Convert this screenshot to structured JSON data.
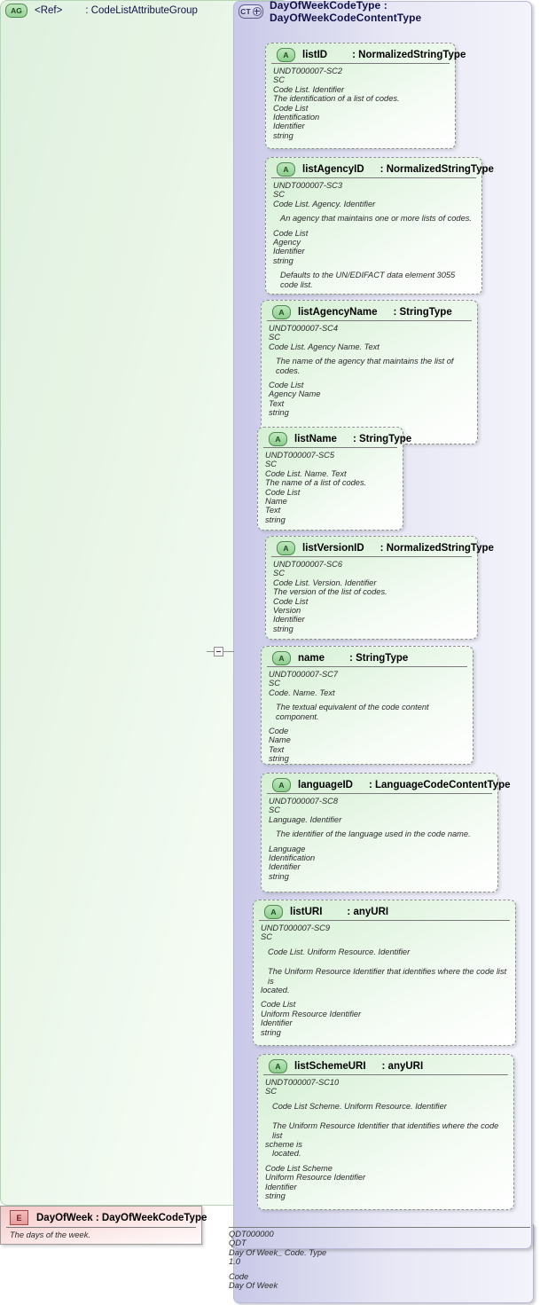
{
  "diagram": {
    "complex_type": {
      "icon": "complextype-expand-icon",
      "icon_label": "CT",
      "title": "DayOfWeekCodeType : DayOfWeekCodeContentType"
    },
    "attribute_group": {
      "icon": "attributegroup-icon",
      "icon_label": "AG",
      "ref": "<Ref>",
      "type": ": CodeListAttributeGroup"
    },
    "element": {
      "icon": "element-icon",
      "icon_label": "E",
      "title": "DayOfWeek : DayOfWeekCodeType",
      "description": "The days of the week."
    },
    "expander": {
      "name": "collapse-expander",
      "glyph": "-"
    },
    "attributes": [
      {
        "icon_label": "A",
        "name": "listID",
        "type": ": NormalizedStringType",
        "lines": [
          {
            "text": "UNDT000007-SC2"
          },
          {
            "text": "SC"
          },
          {
            "text": "Code List. Identifier"
          },
          {
            "text": "The identification of a list of codes."
          },
          {
            "text": "Code List"
          },
          {
            "text": "Identification"
          },
          {
            "text": "Identifier"
          },
          {
            "text": "string"
          }
        ]
      },
      {
        "icon_label": "A",
        "name": "listAgencyID",
        "type": ": NormalizedStringType",
        "lines": [
          {
            "text": "UNDT000007-SC3"
          },
          {
            "text": "SC"
          },
          {
            "text": "Code List. Agency. Identifier"
          },
          {
            "gap": true
          },
          {
            "text": "An agency that maintains one or more lists of codes.",
            "indent": true
          },
          {
            "gap": true
          },
          {
            "text": "Code List"
          },
          {
            "text": "Agency"
          },
          {
            "text": "Identifier"
          },
          {
            "text": "string"
          },
          {
            "gap": true
          },
          {
            "text": "Defaults to the UN/EDIFACT data element 3055 code list.",
            "indent": true
          }
        ]
      },
      {
        "icon_label": "A",
        "name": "listAgencyName",
        "type": ": StringType",
        "lines": [
          {
            "text": "UNDT000007-SC4"
          },
          {
            "text": "SC"
          },
          {
            "text": "Code List. Agency Name. Text"
          },
          {
            "gap": true
          },
          {
            "text": "The name of the agency that maintains the list of codes.",
            "indent": true
          },
          {
            "gap": true
          },
          {
            "text": "Code List"
          },
          {
            "text": "Agency Name"
          },
          {
            "text": "Text"
          },
          {
            "text": "string"
          }
        ]
      },
      {
        "icon_label": "A",
        "name": "listName",
        "type": ": StringType",
        "lines": [
          {
            "text": "UNDT000007-SC5"
          },
          {
            "text": "SC"
          },
          {
            "text": "Code List. Name. Text"
          },
          {
            "text": "The name of a list of codes."
          },
          {
            "text": "Code List"
          },
          {
            "text": "Name"
          },
          {
            "text": "Text"
          },
          {
            "text": "string"
          }
        ]
      },
      {
        "icon_label": "A",
        "name": "listVersionID",
        "type": ": NormalizedStringType",
        "lines": [
          {
            "text": "UNDT000007-SC6"
          },
          {
            "text": "SC"
          },
          {
            "text": "Code List. Version. Identifier"
          },
          {
            "text": "The version of the list of codes."
          },
          {
            "text": "Code List"
          },
          {
            "text": "Version"
          },
          {
            "text": "Identifier"
          },
          {
            "text": "string"
          }
        ]
      },
      {
        "icon_label": "A",
        "name": "name",
        "type": ": StringType",
        "lines": [
          {
            "text": "UNDT000007-SC7"
          },
          {
            "text": "SC"
          },
          {
            "text": "Code. Name. Text"
          },
          {
            "gap": true
          },
          {
            "text": "The textual equivalent of the code content component.",
            "indent": true
          },
          {
            "gap": true
          },
          {
            "text": "Code"
          },
          {
            "text": "Name"
          },
          {
            "text": "Text"
          },
          {
            "text": "string"
          }
        ]
      },
      {
        "icon_label": "A",
        "name": "languageID",
        "type": ": LanguageCodeContentType",
        "lines": [
          {
            "text": "UNDT000007-SC8"
          },
          {
            "text": "SC"
          },
          {
            "text": "Language. Identifier"
          },
          {
            "gap": true
          },
          {
            "text": "The identifier of the language used in the code name.",
            "indent": true
          },
          {
            "gap": true
          },
          {
            "text": "Language"
          },
          {
            "text": "Identification"
          },
          {
            "text": "Identifier"
          },
          {
            "text": "string"
          }
        ]
      },
      {
        "icon_label": "A",
        "name": "listURI",
        "type": ": anyURI",
        "lines": [
          {
            "text": "UNDT000007-SC9"
          },
          {
            "text": "SC"
          },
          {
            "gap": true
          },
          {
            "text": "Code List. Uniform Resource. Identifier",
            "indent": true
          },
          {
            "gap": true
          },
          {
            "gap": true
          },
          {
            "text": "The Uniform Resource Identifier that identifies where the code list is",
            "indent": true
          },
          {
            "text": "located."
          },
          {
            "gap": true
          },
          {
            "text": "Code List"
          },
          {
            "text": "Uniform Resource Identifier"
          },
          {
            "text": "Identifier"
          },
          {
            "text": "string"
          }
        ]
      },
      {
        "icon_label": "A",
        "name": "listSchemeURI",
        "type": ": anyURI",
        "lines": [
          {
            "text": "UNDT000007-SC10"
          },
          {
            "text": "SC"
          },
          {
            "gap": true
          },
          {
            "text": "Code List Scheme. Uniform Resource. Identifier",
            "indent": true
          },
          {
            "gap": true
          },
          {
            "gap": true
          },
          {
            "text": "The Uniform Resource Identifier that identifies where the code list",
            "indent": true
          },
          {
            "text": "scheme is"
          },
          {
            "text": "located.",
            "indent": true
          },
          {
            "gap": true
          },
          {
            "text": "Code List Scheme"
          },
          {
            "text": "Uniform Resource Identifier"
          },
          {
            "text": "Identifier"
          },
          {
            "text": "string"
          }
        ]
      }
    ],
    "footer": {
      "lines": [
        {
          "text": "QDT000000"
        },
        {
          "text": "QDT"
        },
        {
          "text": "Day Of Week_ Code. Type"
        },
        {
          "text": "1.0"
        },
        {
          "gap": true
        },
        {
          "text": "Code"
        },
        {
          "text": "Day Of Week"
        }
      ]
    }
  }
}
